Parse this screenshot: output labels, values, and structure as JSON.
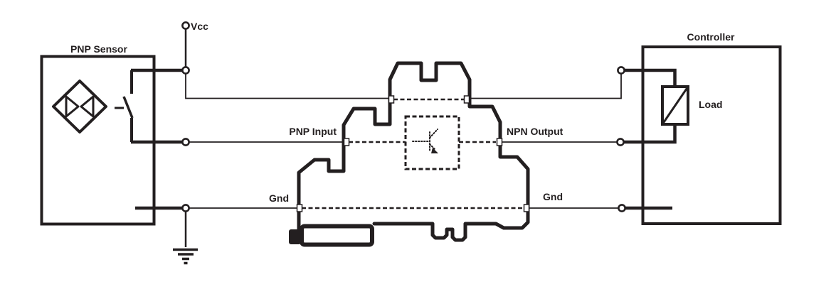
{
  "diagram": {
    "type": "wiring-schematic",
    "line_color": "#231f20",
    "background_color": "#ffffff",
    "sensor": {
      "label": "PNP Sensor"
    },
    "power": {
      "vcc_label": "Vcc"
    },
    "converter": {
      "input_label": "PNP Input",
      "output_label": "NPN Output",
      "gnd_left_label": "Gnd",
      "gnd_right_label": "Gnd"
    },
    "controller": {
      "label": "Controller",
      "load_label": "Load"
    }
  }
}
